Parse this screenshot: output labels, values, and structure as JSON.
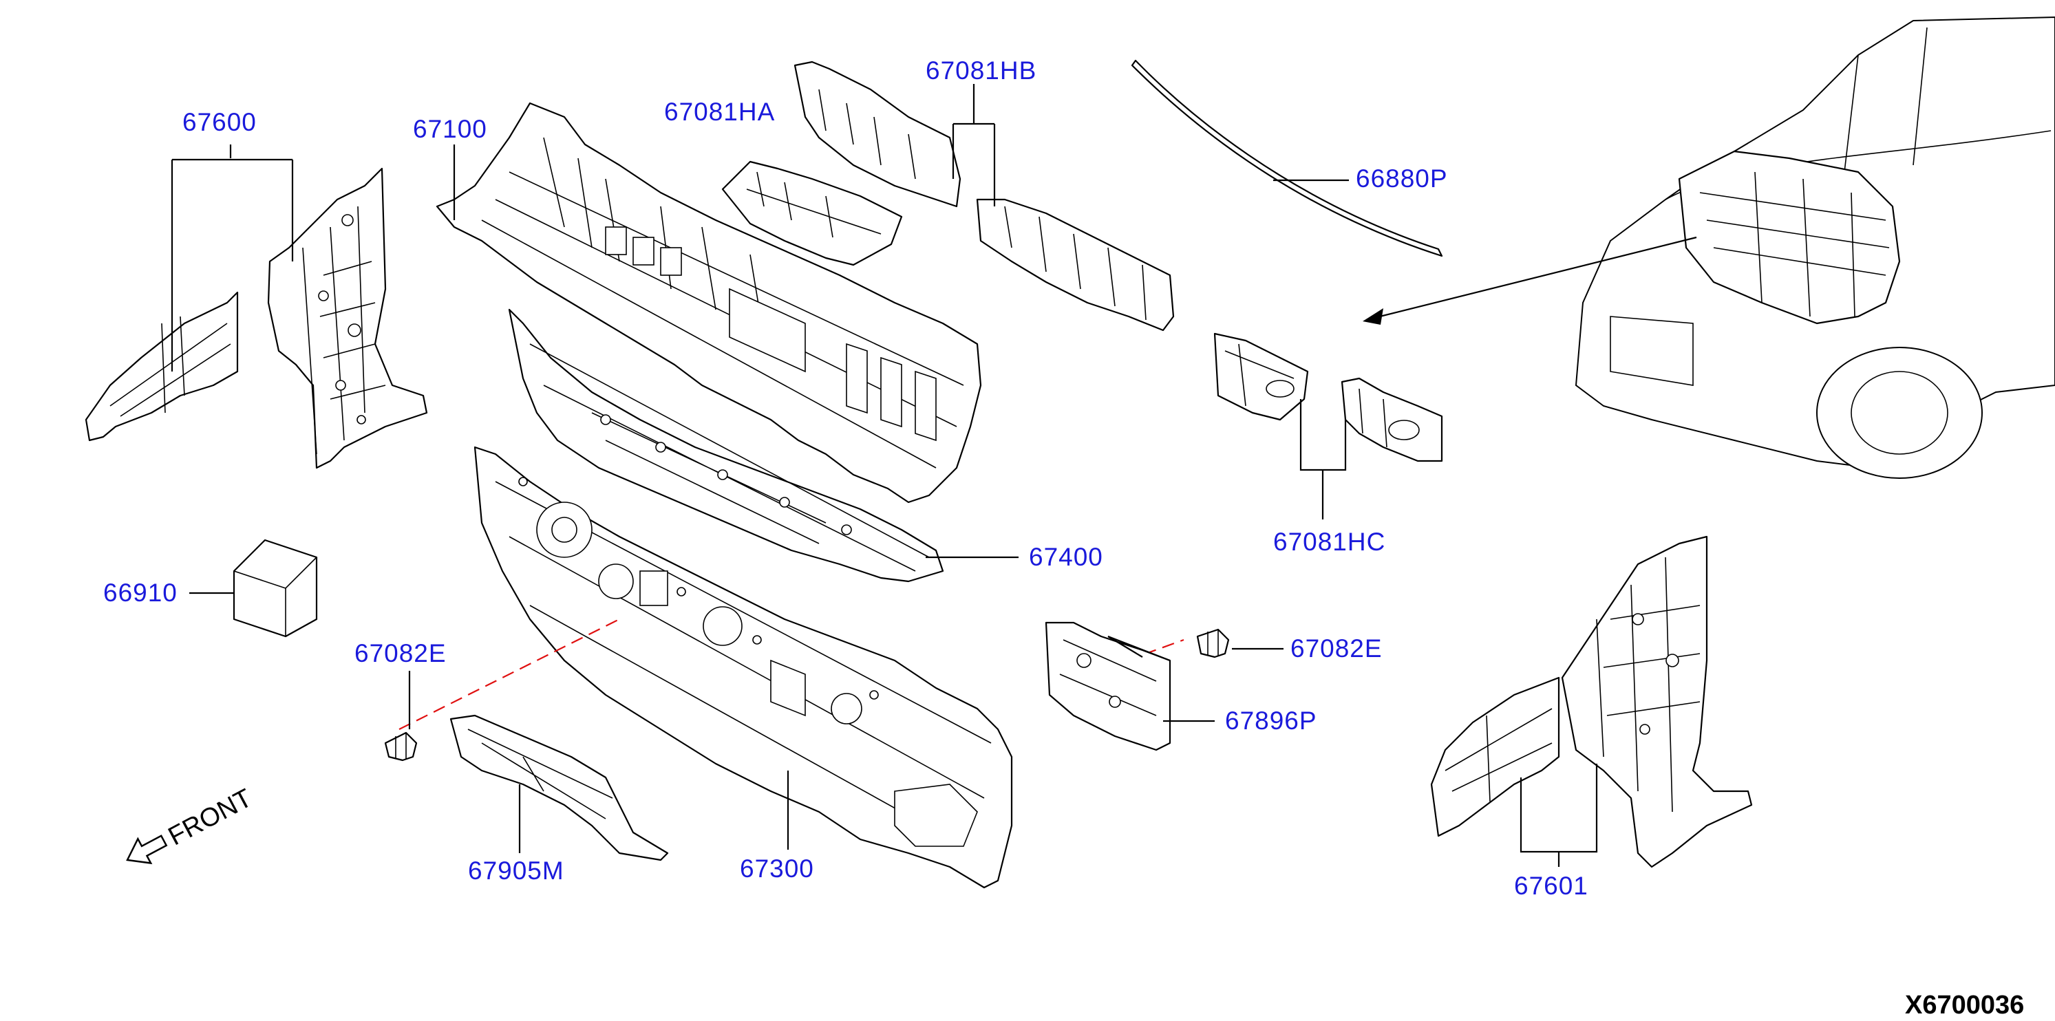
{
  "diagram": {
    "type": "exploded parts diagram",
    "subject": "cowl / dash panel assembly",
    "diagram_id": "X6700036",
    "front_indicator": "FRONT",
    "colors": {
      "callout_text": "#1a1adb",
      "leader_lines": "#000000",
      "dashed_guide": "#e01010",
      "outline": "#000000"
    },
    "callouts": {
      "p67600": "67600",
      "p67100": "67100",
      "p67081HA": "67081HA",
      "p67081HB": "67081HB",
      "p66880P": "66880P",
      "p66910": "66910",
      "p67400": "67400",
      "p67081HC": "67081HC",
      "p67082E_left": "67082E",
      "p67082E_right": "67082E",
      "p67896P": "67896P",
      "p67905M": "67905M",
      "p67300": "67300",
      "p67601": "67601"
    }
  }
}
